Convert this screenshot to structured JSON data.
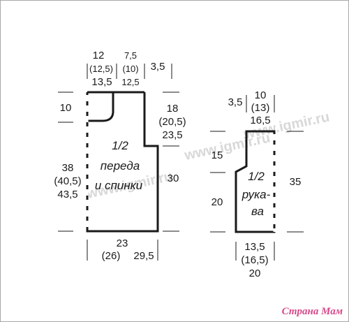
{
  "watermark": {
    "text": "www.igmir.ru"
  },
  "logo": {
    "text": "Страна Мам",
    "color": "#d64a8a"
  },
  "colors": {
    "line": "#1a1a1a",
    "watermark": "#d8d8d8"
  },
  "front_back": {
    "label_line1": "1/2",
    "label_line2": "переда",
    "label_line3": "и спинки",
    "top_width": {
      "l1": "12",
      "l2": "(12,5)",
      "l3": "13,5"
    },
    "neck_width": {
      "l1": "7,5",
      "l2": "(10)",
      "l3": "12,5"
    },
    "shoulder_right": "3,5",
    "neck_depth": "10",
    "armhole_height": {
      "l1": "18",
      "l2": "(20,5)",
      "l3": "23,5"
    },
    "body_height": {
      "l1": "38",
      "l2": "(40,5)",
      "l3": "43,5"
    },
    "side_height": "30",
    "bottom_width": {
      "l1": "23",
      "l2": "(26)",
      "l3": "29,5"
    }
  },
  "sleeve": {
    "label_line1": "1/2",
    "label_line2": "рука-",
    "label_line3": "ва",
    "cap_left": "3,5",
    "top_width": {
      "l1": "10",
      "l2": "(13)",
      "l3": "16,5"
    },
    "upper_height": "15",
    "lower_height": "20",
    "total_height": "35",
    "bottom_width": {
      "l1": "13,5",
      "l2": "(16,5)",
      "l3": "20"
    }
  }
}
